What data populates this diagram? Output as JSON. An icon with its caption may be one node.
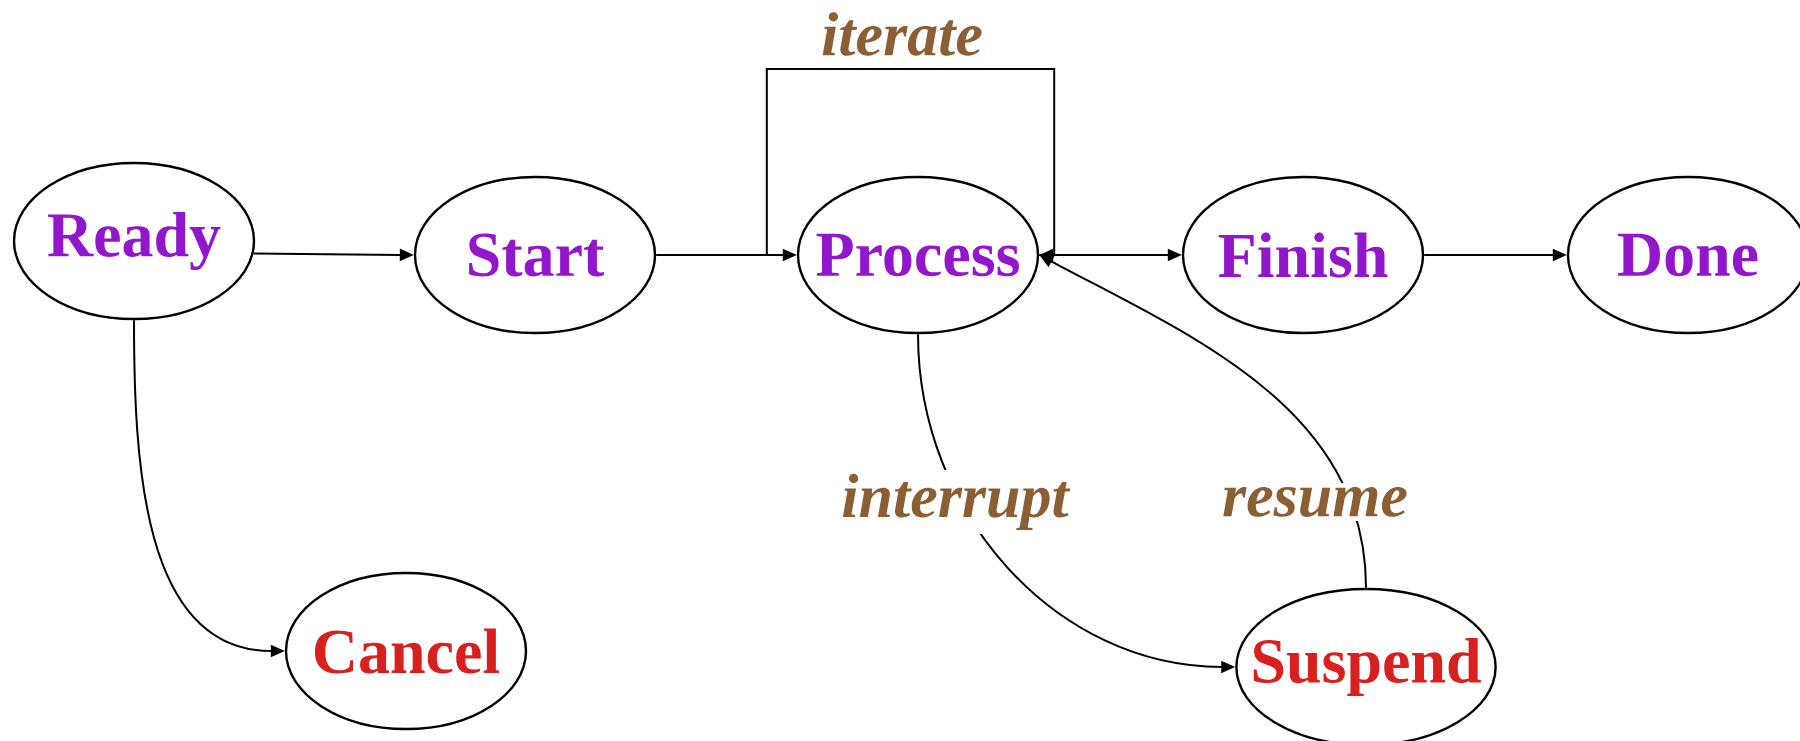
{
  "diagram": {
    "nodes": [
      {
        "text": [
          "Ready"
        ]
      },
      {
        "text": [
          "Start"
        ]
      },
      {
        "text": [
          "Process"
        ]
      },
      {
        "text": [
          "Finish"
        ]
      },
      {
        "text": [
          "Done"
        ]
      },
      {
        "text": [
          "Cancel"
        ]
      },
      {
        "text": [
          "Suspend"
        ]
      }
    ],
    "edges": [
      {
        "from": 0,
        "to": 1,
        "arrow": "to"
      },
      {
        "from": 1,
        "to": 2,
        "arrow": "to"
      },
      {
        "from": 2,
        "to": 2,
        "arrow": "to",
        "label": "iterate"
      },
      {
        "from": 2,
        "to": 3,
        "arrow": "to"
      },
      {
        "from": 3,
        "to": 4,
        "arrow": "to"
      },
      {
        "from": 0,
        "to": 5,
        "arrow": "to"
      },
      {
        "from": 2,
        "to": 6,
        "arrow": "to",
        "label": "interrupt"
      },
      {
        "from": 6,
        "to": 2,
        "arrow": "to",
        "label": "resume"
      }
    ]
  }
}
